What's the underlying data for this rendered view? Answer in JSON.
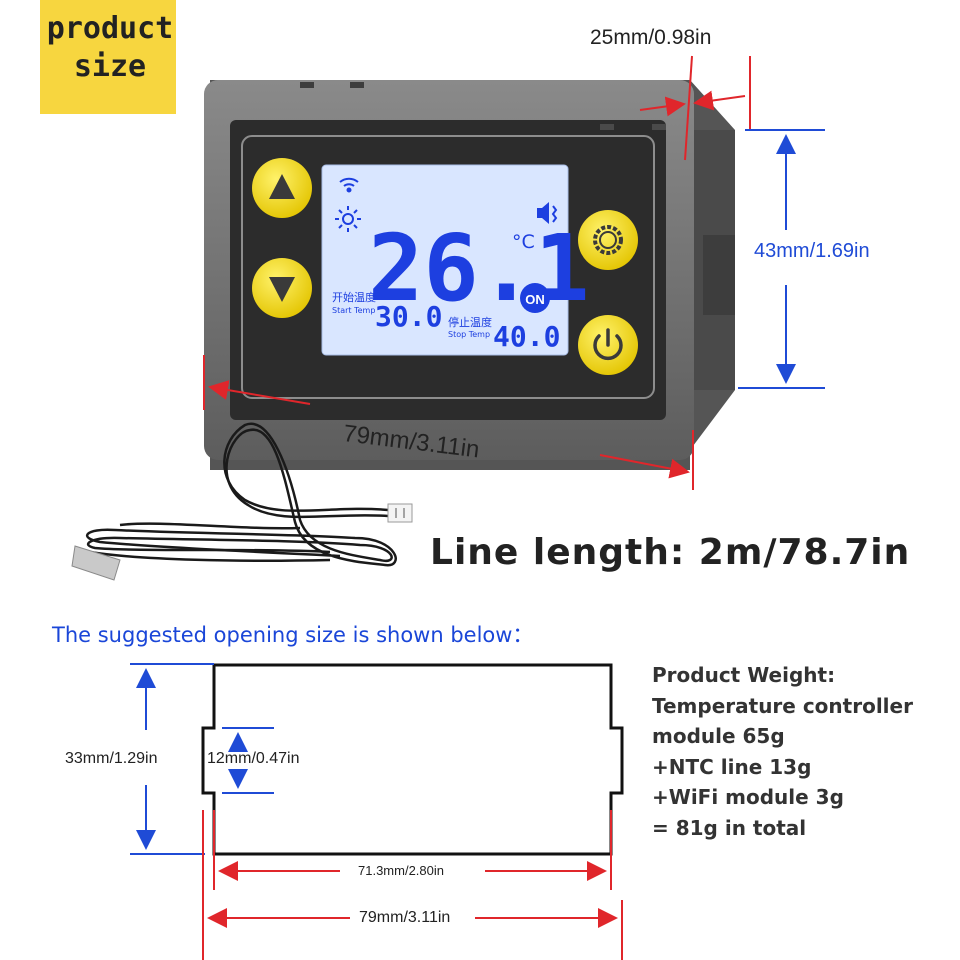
{
  "badge": {
    "line1": "product",
    "line2": "size"
  },
  "device": {
    "lcd": {
      "main_temp": "26.1",
      "unit": "°C",
      "on_badge": "ON",
      "start_label_cn": "开始温度",
      "start_label_en": "Start Temp",
      "start_value": "30.0",
      "stop_label_cn": "停止温度",
      "stop_label_en": "Stop Temp",
      "stop_value": "40.0"
    },
    "icons": [
      "wifi-icon",
      "sun-icon",
      "speaker-icon",
      "up-arrow-icon",
      "down-arrow-icon",
      "gear-icon",
      "power-icon"
    ]
  },
  "dimensions": {
    "depth": "25mm/0.98in",
    "height": "43mm/1.69in",
    "width": "79mm/3.11in"
  },
  "cable": {
    "line_length": "Line length: 2m/78.7in"
  },
  "opening": {
    "heading": "The suggested opening size is shown below：",
    "height": "33mm/1.29in",
    "notch": "12mm/0.47in",
    "inner_width": "71.3mm/2.80in",
    "outer_width": "79mm/3.11in"
  },
  "weight": {
    "lines": [
      "Product Weight:",
      "Temperature controller",
      "module 65g",
      "+NTC line 13g",
      "+WiFi module 3g",
      "= 81g in total"
    ]
  },
  "colors": {
    "badge": "#f7d63f",
    "dimension_line": "#e0262b",
    "blue_dimension": "#1f4bd6",
    "button_yellow": "#f2dc1e",
    "lcd_background": "#d9e6ff",
    "lcd_digits": "#1d3fe0",
    "housing": "#6b6b6b"
  }
}
